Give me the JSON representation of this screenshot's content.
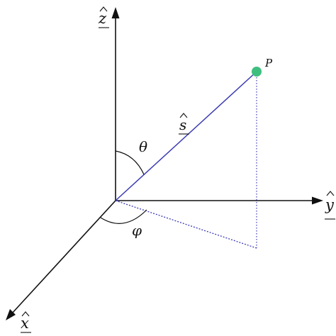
{
  "labels": {
    "z_axis": "z",
    "y_axis": "y",
    "x_axis": "x",
    "vector": "s",
    "point": "P",
    "theta": "θ",
    "phi": "φ"
  },
  "colors": {
    "point": "#3fbf7f",
    "vector": "#3b3bb5",
    "axes": "#111111"
  }
}
